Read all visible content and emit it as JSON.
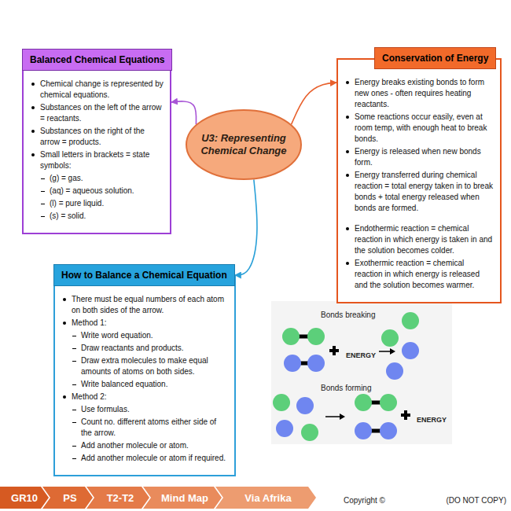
{
  "diagram": {
    "nodes": [
      {
        "text": [
          "Balanced Chemical Equations"
        ]
      },
      {
        "text": [
          "Chemical change is represented by chemical equations.",
          "Substances on the left of the arrow = reactants.",
          "Substances on the right of the arrow = products.",
          "Small letters in brackets = state symbols:",
          "(g) = gas.",
          "(aq) = aqueous solution.",
          "(l) = pure liquid.",
          "(s) = solid."
        ]
      },
      {
        "text": [
          "Conservation of Energy"
        ]
      },
      {
        "text": [
          "Energy breaks existing bonds to form new ones - often requires heating reactants.",
          "Some reactions occur easily, even at room temp, with enough heat to break bonds.",
          "Energy is released when new bonds form.",
          "Energy transferred during chemical reaction = total energy taken in to break bonds + total energy released when bonds are formed.",
          "Endothermic reaction = chemical reaction in which energy is taken in and the solution becomes colder.",
          "Exothermic reaction = chemical reaction in which energy is released and the solution becomes warmer."
        ]
      },
      {
        "text": [
          "U3: Representing Chemical Change"
        ]
      },
      {
        "text": [
          "How to Balance a Chemical Equation"
        ]
      },
      {
        "text": [
          "There must be equal numbers of each atom on both sides of the arrow.",
          "Method 1:",
          "Write word equation.",
          "Draw reactants and products.",
          "Draw extra molecules to make equal amounts of atoms on both sides.",
          "Write balanced equation.",
          "Method 2:",
          "Use formulas.",
          "Count no. different atoms either side of the arrow.",
          "Add another molecule or atom.",
          "Add another molecule or atom if required."
        ]
      },
      {
        "text": [
          "GR10"
        ]
      },
      {
        "text": [
          "PS"
        ]
      },
      {
        "text": [
          "T2-T2"
        ]
      },
      {
        "text": [
          "Mind Map"
        ]
      },
      {
        "text": [
          "Via Afrika"
        ]
      }
    ],
    "edges": [
      {
        "from": 4,
        "to": 1,
        "arrow": "to"
      },
      {
        "from": 4,
        "to": 3,
        "arrow": "to"
      },
      {
        "from": 4,
        "to": 5,
        "arrow": "to"
      }
    ],
    "labels": [
      "Bonds breaking",
      "ENERGY",
      "Bonds forming",
      "ENERGY",
      "Copyright ©",
      "(DO NOT COPY)"
    ]
  }
}
